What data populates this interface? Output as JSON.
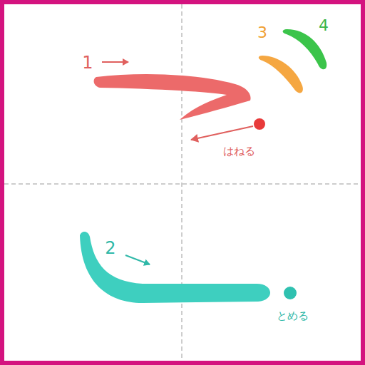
{
  "diagram": {
    "labels": [
      "1",
      "2",
      "3",
      "4",
      "はねる",
      "とめる"
    ]
  }
}
